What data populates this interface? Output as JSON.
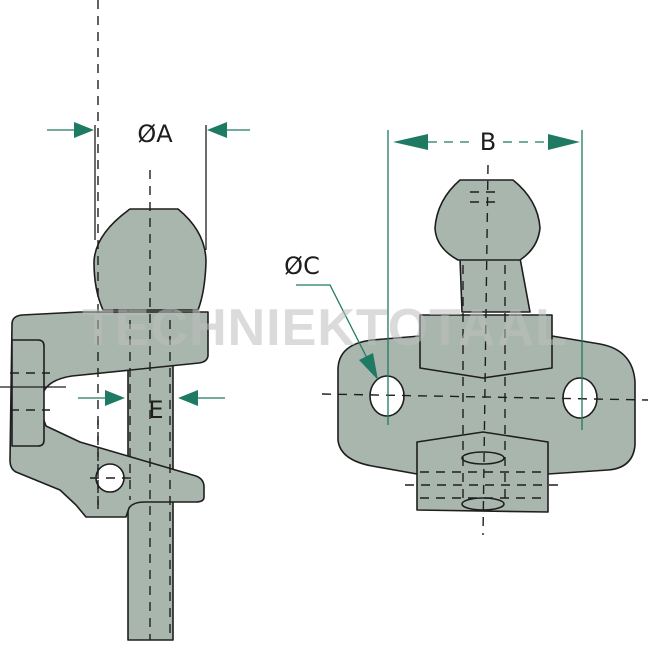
{
  "diagram": {
    "labels": {
      "diameter_a": "ØA",
      "distance_b": "B",
      "diameter_c": "ØC",
      "dimension_e": "E"
    },
    "watermark": "TECHNIEKTOTAAL",
    "colors": {
      "part_fill": "#a9b6ae",
      "dimension_arrow": "#1e7a63",
      "outline": "#1e1e1e"
    }
  }
}
